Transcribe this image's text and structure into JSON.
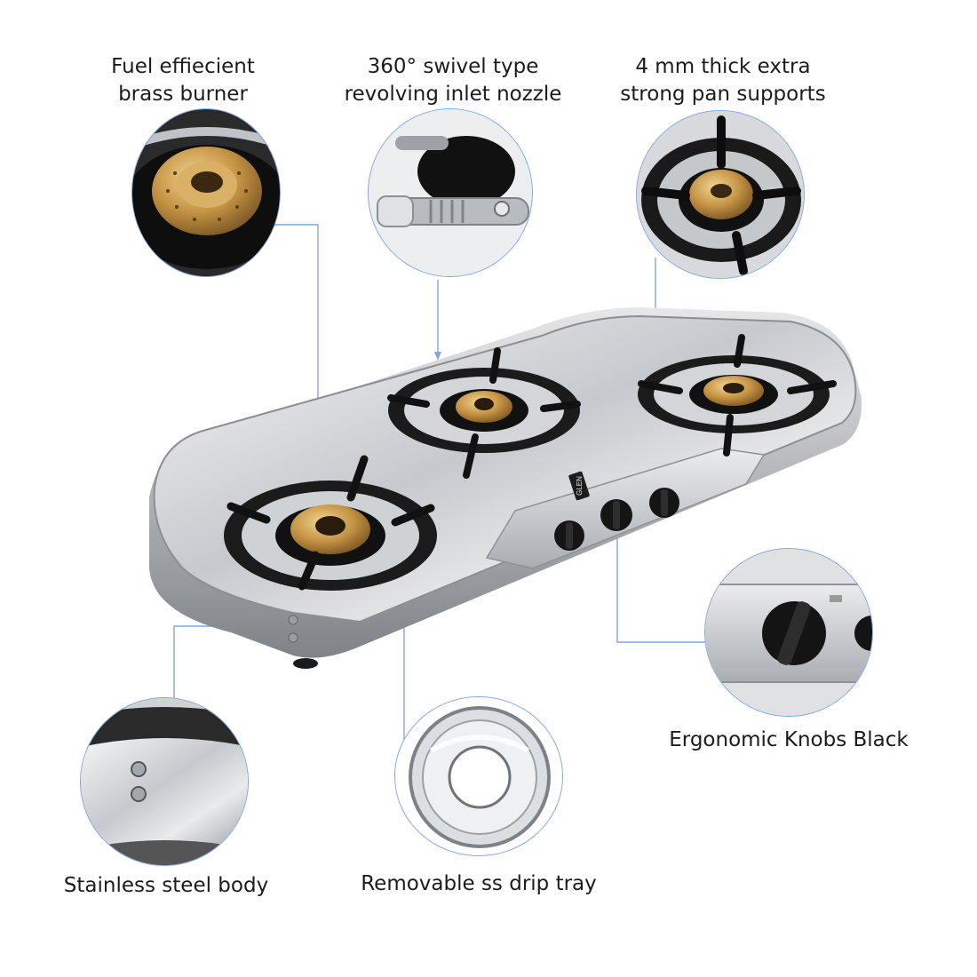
{
  "features": {
    "brass_burner": "Fuel effiecient\nbrass burner",
    "swivel_nozzle": "360° swivel type\nrevolving inlet nozzle",
    "pan_supports": "4 mm thick extra\nstrong pan supports",
    "knobs": "Ergonomic Knobs Black",
    "steel_body": "Stainless steel body",
    "drip_tray": "Removable ss drip tray"
  },
  "brand": {
    "logo_text": "GLEN"
  },
  "colors": {
    "accent_line": "#7fa7e0",
    "steel": "#c9ccd0",
    "brass": "#c89a4a",
    "black": "#141414"
  }
}
